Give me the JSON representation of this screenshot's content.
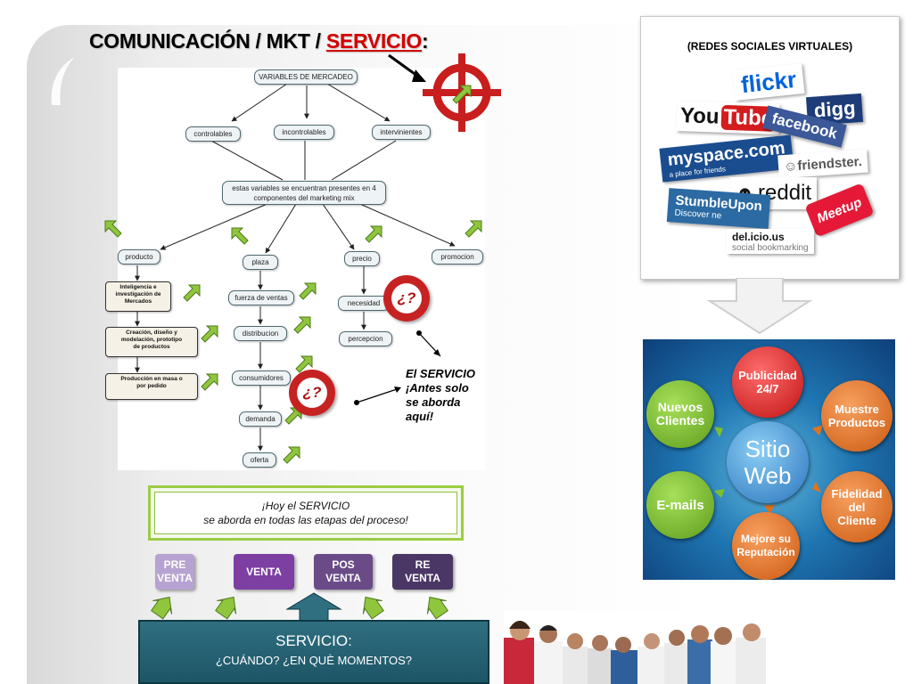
{
  "title": {
    "main": "COMUNICACIÓN / MKT / ",
    "highlight": "SERVICIO",
    "suffix": ":"
  },
  "mindmap": {
    "root": "VARIABLES DE MERCADEO",
    "level1": [
      "controlables",
      "incontrolables",
      "intervinientes"
    ],
    "center": [
      "estas variables se encuentran presentes en 4",
      "componentes del marketing mix"
    ],
    "four_p": [
      "producto",
      "plaza",
      "precio",
      "promocion"
    ],
    "producto_steps": [
      [
        "Inteligencia e",
        "investigación de",
        "Mercados"
      ],
      [
        "Creación, diseño y",
        "modelación, prototipo",
        "de productos"
      ],
      [
        "Producción en masa o",
        "por pedido"
      ]
    ],
    "plaza_chain": [
      "fuerza de ventas",
      "distribucion",
      "consumidores",
      "demanda",
      "oferta"
    ],
    "precio_chain": [
      "necesidad",
      "percepcion"
    ],
    "question": "¿?"
  },
  "servicio_note": [
    "El SERVICIO",
    "¡Antes solo",
    "se aborda",
    "aquí!"
  ],
  "hoy": {
    "line1": "¡Hoy el SERVICIO",
    "line2": "se aborda en todas las etapas del proceso!"
  },
  "stages": [
    {
      "line1": "PRE",
      "line2": "VENTA",
      "color": "#b7a3d1"
    },
    {
      "line1": "VENTA",
      "line2": "",
      "color": "#7d3fa2"
    },
    {
      "line1": "POS",
      "line2": "VENTA",
      "color": "#6a4b88"
    },
    {
      "line1": "RE",
      "line2": "VENTA",
      "color": "#4a3766"
    }
  ],
  "servicio_box": {
    "title": "SERVICIO:",
    "subtitle": "¿CUÁNDO? ¿EN QUÈ MOMENTOS?"
  },
  "social": {
    "caption": "(REDES SOCIALES VIRTUALES)",
    "logos": {
      "flickr": "flickr",
      "digg": "digg",
      "youtube_you": "You",
      "youtube_tube": "Tube",
      "facebook": "facebook",
      "myspace": "myspace.com",
      "myspace_tag": "a place for friends",
      "friendster": "☺friendster.",
      "reddit": "reddit",
      "stumbleupon": "StumbleUpon",
      "stumble_discover": "Discover ne",
      "meetup": "Meetup",
      "delicious": "del.icio.us",
      "delicious_tag": "social bookmarking"
    }
  },
  "sitio": {
    "center": [
      "Sitio",
      "Web"
    ],
    "bubbles": {
      "publicidad": [
        "Publicidad",
        "24/7"
      ],
      "nuevos": [
        "Nuevos",
        "Clientes"
      ],
      "muestre": [
        "Muestre",
        "Productos"
      ],
      "emails": [
        "E-mails"
      ],
      "fidelidad": [
        "Fidelidad",
        "del",
        "Cliente"
      ],
      "mejore": [
        "Mejore su",
        "Reputación"
      ]
    },
    "colors": {
      "red": "#d21e1e",
      "green": "#7cbf2a",
      "orange": "#e0741c",
      "center": "#3e8fd0"
    }
  },
  "colors": {
    "title_red": "#d40000",
    "green_arrow": "#8fc63e",
    "servicio_teal": "#1d5566"
  }
}
